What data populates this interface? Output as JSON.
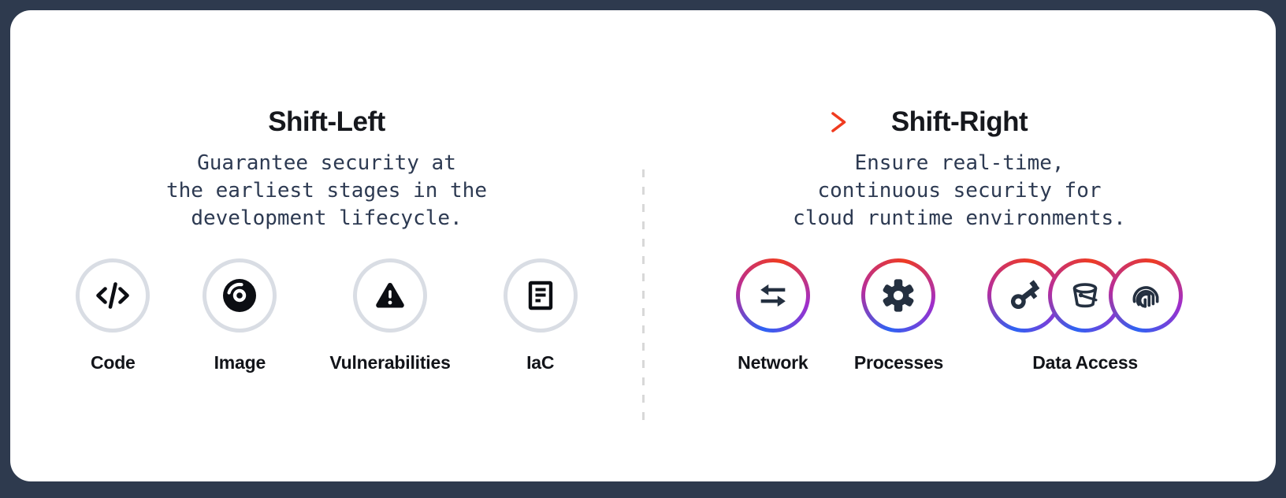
{
  "background_color": "#2e3a4e",
  "card_color": "#ffffff",
  "arrow": {
    "direction": "left-to-right",
    "gradient": [
      "#2e7bf6",
      "#8a2ce2",
      "#c02ea0",
      "#f03b1f"
    ]
  },
  "divider": {
    "style": "dashed",
    "color": "#d8d8d8"
  },
  "left": {
    "title": "Shift-Left",
    "description": "Guarantee security at\nthe earliest stages in the\ndevelopment lifecycle.",
    "ring_color": "#d9dde4",
    "icon_color": "#0c0e13",
    "items": [
      {
        "label": "Code",
        "icon": "code-icon"
      },
      {
        "label": "Image",
        "icon": "container-image-disc-icon"
      },
      {
        "label": "Vulnerabilities",
        "icon": "warning-triangle-icon"
      },
      {
        "label": "IaC",
        "icon": "document-lines-icon"
      }
    ]
  },
  "right": {
    "title": "Shift-Right",
    "description": "Ensure real-time,\ncontinuous security for\ncloud runtime environments.",
    "ring_gradient": [
      "#ee3b22",
      "#a02ecb",
      "#2d63f4",
      "#b62d9d"
    ],
    "icon_color": "#243040",
    "items": [
      {
        "label": "Network",
        "icon": "network-arrows-icon"
      },
      {
        "label": "Processes",
        "icon": "gear-icon"
      },
      {
        "label": "Data Access",
        "icons": [
          "key-icon",
          "bucket-icon",
          "fingerprint-icon"
        ]
      }
    ]
  }
}
